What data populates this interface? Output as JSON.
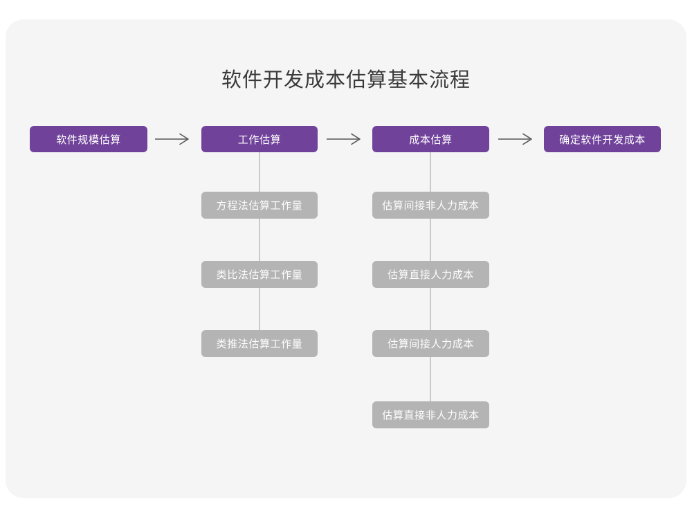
{
  "page": {
    "title": "软件开发成本估算基本流程",
    "background_color": "#ffffff",
    "card_color": "#f5f5f6"
  },
  "theme": {
    "primary_color": "#70429a",
    "primary_text_color": "#ffffff",
    "secondary_color": "#b4b4b4",
    "secondary_text_color": "#fdfdfd",
    "connector_color": "#c9c9c9",
    "arrow_color": "#555555",
    "title_color": "#3a3a3a"
  },
  "chart_data": {
    "type": "diagram",
    "title": "软件开发成本估算基本流程",
    "layout": "horizontal-flow-with-vertical-substeps",
    "stages": [
      {
        "id": "stage-1",
        "label": "软件规模估算",
        "substeps": []
      },
      {
        "id": "stage-2",
        "label": "工作估算",
        "substeps": [
          "方程法估算工作量",
          "类比法估算工作量",
          "类推法估算工作量"
        ]
      },
      {
        "id": "stage-3",
        "label": "成本估算",
        "substeps": [
          "估算间接非人力成本",
          "估算直接人力成本",
          "估算间接人力成本",
          "估算直接非人力成本"
        ]
      },
      {
        "id": "stage-4",
        "label": "确定软件开发成本",
        "substeps": []
      }
    ],
    "connectors": [
      {
        "from": "stage-1",
        "to": "stage-2",
        "glyph": "arrow-right"
      },
      {
        "from": "stage-2",
        "to": "stage-3",
        "glyph": "arrow-right"
      },
      {
        "from": "stage-3",
        "to": "stage-4",
        "glyph": "arrow-right"
      }
    ]
  }
}
